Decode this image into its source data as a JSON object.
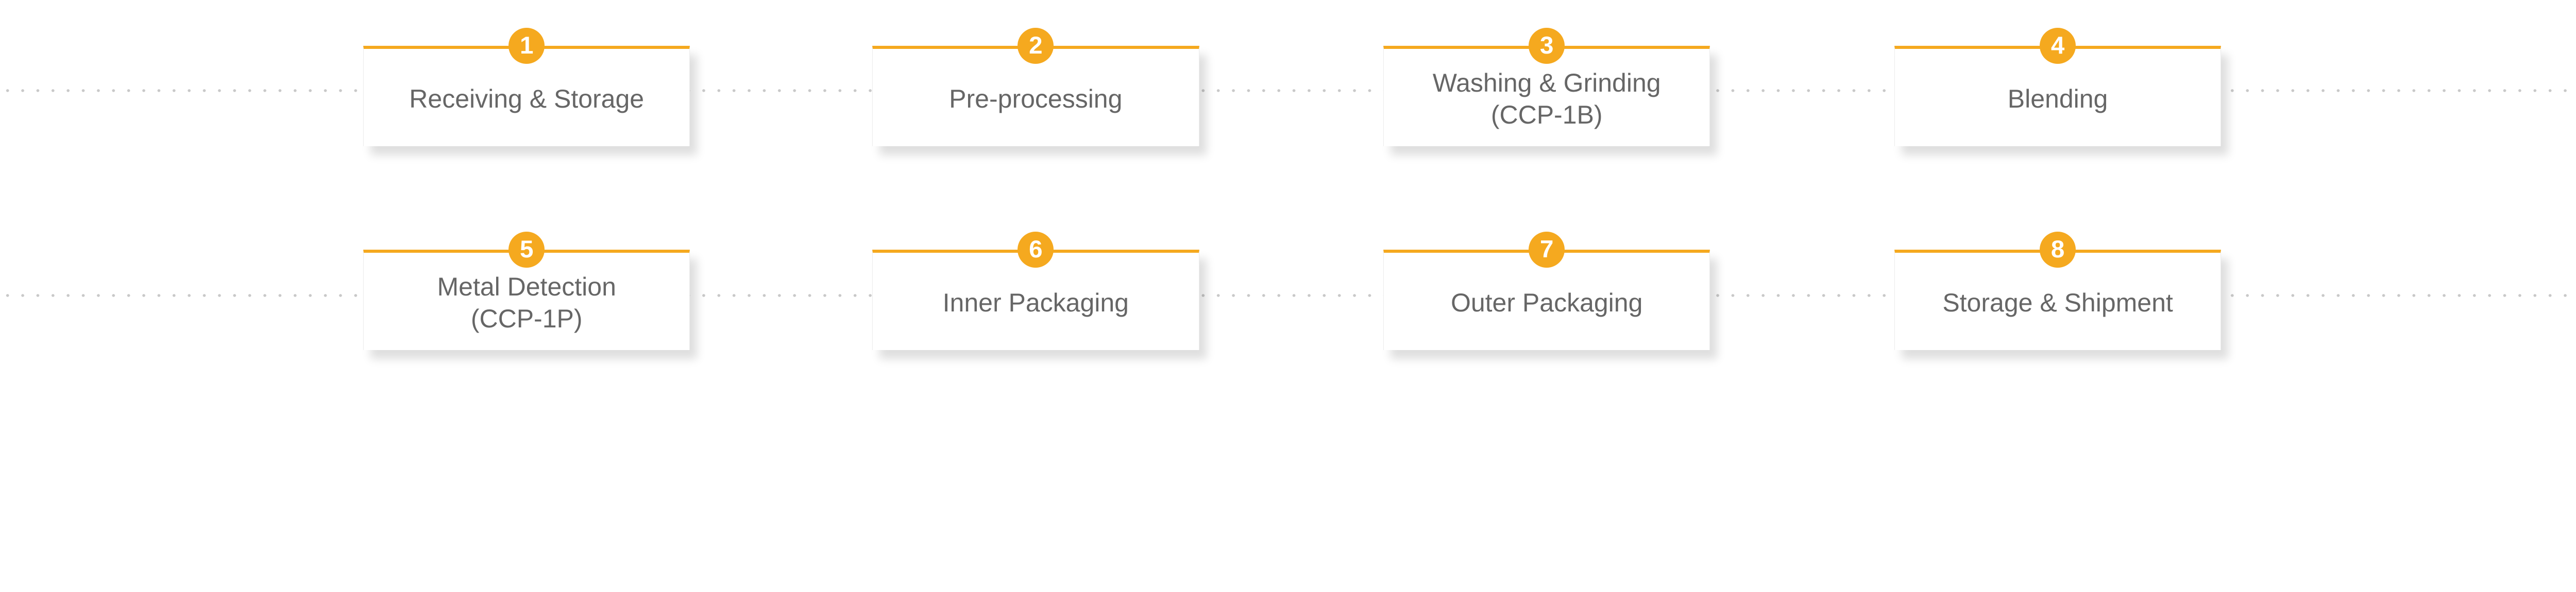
{
  "accent_color": "#f5a91f",
  "steps": [
    {
      "number": "1",
      "label": "Receiving & Storage"
    },
    {
      "number": "2",
      "label": "Pre-processing"
    },
    {
      "number": "3",
      "label": "Washing & Grinding\n(CCP-1B)"
    },
    {
      "number": "4",
      "label": "Blending"
    },
    {
      "number": "5",
      "label": "Metal Detection\n(CCP-1P)"
    },
    {
      "number": "6",
      "label": "Inner Packaging"
    },
    {
      "number": "7",
      "label": "Outer Packaging"
    },
    {
      "number": "8",
      "label": "Storage & Shipment"
    }
  ]
}
